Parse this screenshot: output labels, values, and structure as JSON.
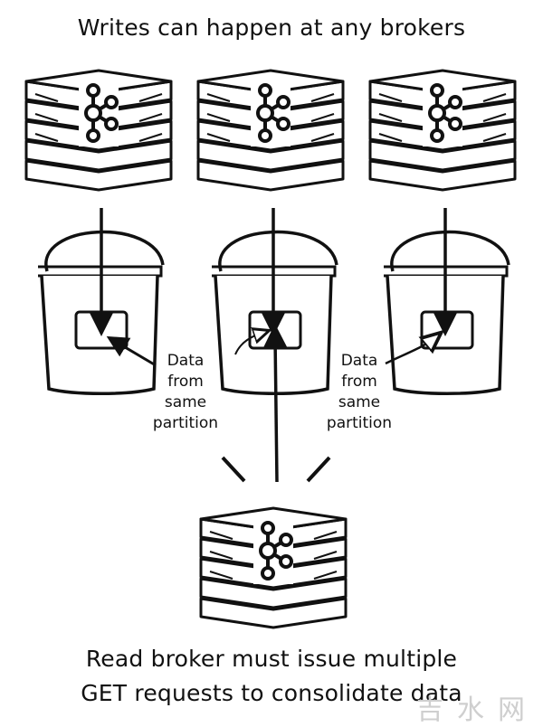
{
  "diagram": {
    "heading": "Writes can happen at any brokers",
    "annotations": {
      "left": [
        "Data",
        "from",
        "same",
        "partition"
      ],
      "right": [
        "Data",
        "from",
        "same",
        "partition"
      ]
    },
    "footer": {
      "line1": "Read broker must issue multiple",
      "line2": "GET requests to consolidate data"
    }
  },
  "watermark": {
    "chars": [
      "吉",
      "水",
      "网"
    ]
  }
}
